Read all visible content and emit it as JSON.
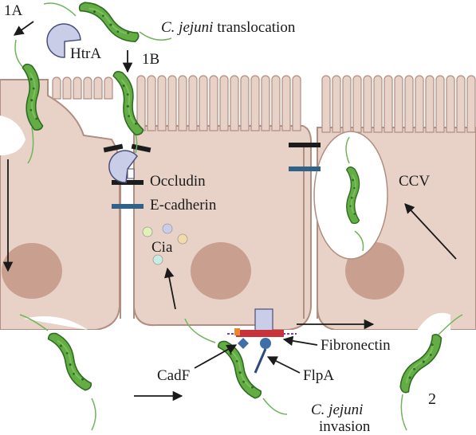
{
  "title": {
    "italic": "C. jejuni",
    "rest": " translocation"
  },
  "steps": {
    "step_1a": "1A",
    "step_1b": "1B",
    "step_2": "2"
  },
  "proteins": {
    "htra": "HtrA",
    "occludin": "Occludin",
    "ecadherin": "E-cadherin",
    "cia": "Cia",
    "fibronectin": "Fibronectin",
    "cadf": "CadF",
    "flpa": "FlpA",
    "ccv": "CCV"
  },
  "invasion": {
    "italic": "C. jejuni",
    "label": "invasion"
  },
  "colors": {
    "cell_fill": "#e8d2c8",
    "cell_stroke": "#b08e82",
    "nucleus": "#c9a090",
    "bacteria_fill": "#63ad44",
    "bacteria_stroke": "#2f6b22",
    "flagella": "#70b55a",
    "tight_junction": "#1c1c1c",
    "adherens_junction": "#2e6289",
    "htra": "#c9cde8",
    "fibronectin_red": "#c8323a",
    "adhesin_blue": "#3f6fa6",
    "cia_dots": [
      "#e3f1b9",
      "#c9cde8",
      "#f3dba8",
      "#c7ece0"
    ]
  }
}
